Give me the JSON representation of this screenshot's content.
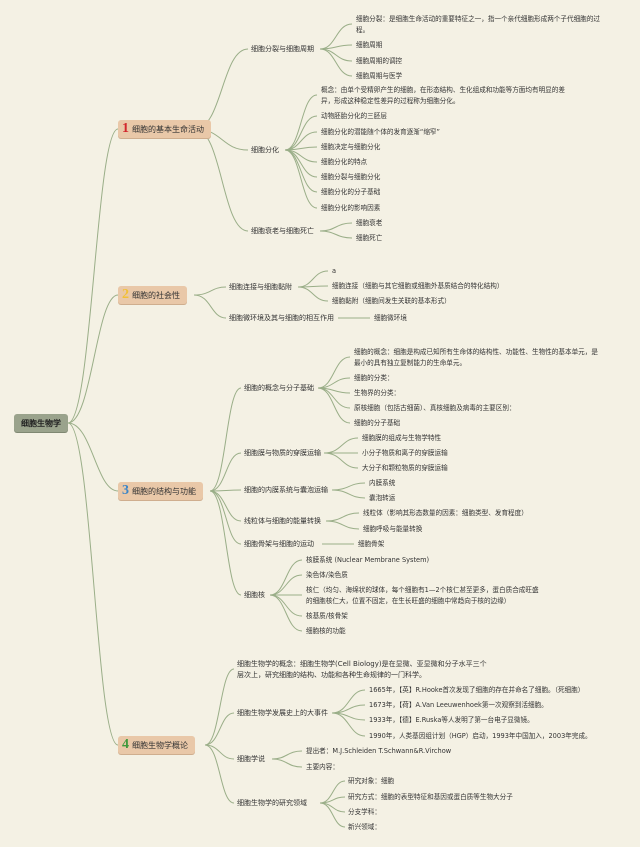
{
  "root": "细胞生物学",
  "colors": {
    "accent_main": "#e9c8a8",
    "root_bg": "#9aa38c",
    "line": "#9aae88",
    "n1": "#d2262c",
    "n2": "#f2c036",
    "n3": "#3d86c6",
    "n4": "#3f9a3c"
  },
  "b1": {
    "num": "1",
    "title": "细胞的基本生命活动",
    "s1": "细胞分裂与细胞周期",
    "s1_items": [
      "细胞分裂：是细胞生命活动的重要特征之一，指一个亲代细胞形成两个子代细胞的过程。",
      "细胞周期",
      "细胞周期的调控",
      "细胞周期与医学"
    ],
    "s2": "细胞分化",
    "s2_items": [
      "概念：由单个受精卵产生的细胞，在形态结构、生化组成和功能等方面均有明显的差异，形成这种稳定性差异的过程称为细胞分化。",
      "动物胚胎分化的三胚层",
      "细胞分化的潜能随个体的发育逐渐“缩窄”",
      "细胞决定与细胞分化",
      "细胞分化的特点",
      "细胞分裂与细胞分化",
      "细胞分化的分子基础",
      "细胞分化的影响因素"
    ],
    "s3": "细胞衰老与细胞死亡",
    "s3_items": [
      "细胞衰老",
      "细胞死亡"
    ]
  },
  "b2": {
    "num": "2",
    "title": "细胞的社会性",
    "s1": "细胞连接与细胞黏附",
    "s1_items": [
      "a",
      "细胞连接（细胞与其它细胞或细胞外基质结合的特化结构）",
      "细胞黏附（细胞间发生关联的基本形式）"
    ],
    "s2": "细胞微环境及其与细胞的相互作用",
    "s2_items": [
      "细胞微环境"
    ]
  },
  "b3": {
    "num": "3",
    "title": "细胞的结构与功能",
    "s1": "细胞的概念与分子基础",
    "s1_items": [
      "细胞的概念：细胞是构成已知所有生命体的结构性、功能性、生物性的基本单元，是最小的具有独立复制能力的生命单元。",
      "细胞的分类：",
      "生物界的分类：",
      "原核细胞（包括古细菌）、真核细胞及病毒的主要区别：",
      "细胞的分子基础"
    ],
    "s2": "细胞膜与物质的穿膜运输",
    "s2_items": [
      "细胞膜的组成与生物学特性",
      "小分子物质和离子的穿膜运输",
      "大分子和颗粒物质的穿膜运输"
    ],
    "s3": "细胞的内膜系统与囊泡运输",
    "s3_items": [
      "内膜系统",
      "囊泡转运"
    ],
    "s4": "线粒体与细胞的能量转换",
    "s4_items": [
      "线粒体（影响其形态数量的因素：细胞类型、发育程度）",
      "细胞呼吸与能量转换"
    ],
    "s5": "细胞骨架与细胞的运动",
    "s5_items": [
      "细胞骨架"
    ],
    "s6": "细胞核",
    "s6_items": [
      "核膜系统 (Nuclear Membrane System)",
      "染色体/染色质",
      "核仁（均匀、海绵状的球体，每个细胞有1—2个核仁甚至更多，蛋白质合成旺盛的细胞核仁大，位置不固定，在生长旺盛的细胞中常趋向于核的边缘）",
      "核基质/核骨架",
      "细胞核的功能"
    ]
  },
  "b4": {
    "num": "4",
    "title": "细胞生物学概论",
    "s1": "细胞生物学的概念：细胞生物学(Cell Biology)是在显微、亚显微和分子水平三个层次上，研究细胞的结构、功能和各种生命规律的一门科学。",
    "s2": "细胞生物学发展史上的大事件",
    "s2_items": [
      "1665年，【英】R.Hooke首次发现了细胞的存在并命名了细胞。（死细胞）",
      "1673年，【荷】A.Van Leeuwenhoek第一次观察到活细胞。",
      "1933年，【德】E.Ruska等人发明了第一台电子显微镜。",
      "1990年，人类基因组计划（HGP）启动，1993年中国加入，2003年完成。"
    ],
    "s3": "细胞学说",
    "s3_items": [
      "提出者：M.J.Schleiden T.Schwann&R.Virchow",
      "主要内容："
    ],
    "s4": "细胞生物学的研究领域",
    "s4_items": [
      "研究对象：细胞",
      "研究方式：细胞的表型特征和基因或蛋白质等生物大分子",
      "分支学科：",
      "新兴领域："
    ]
  }
}
